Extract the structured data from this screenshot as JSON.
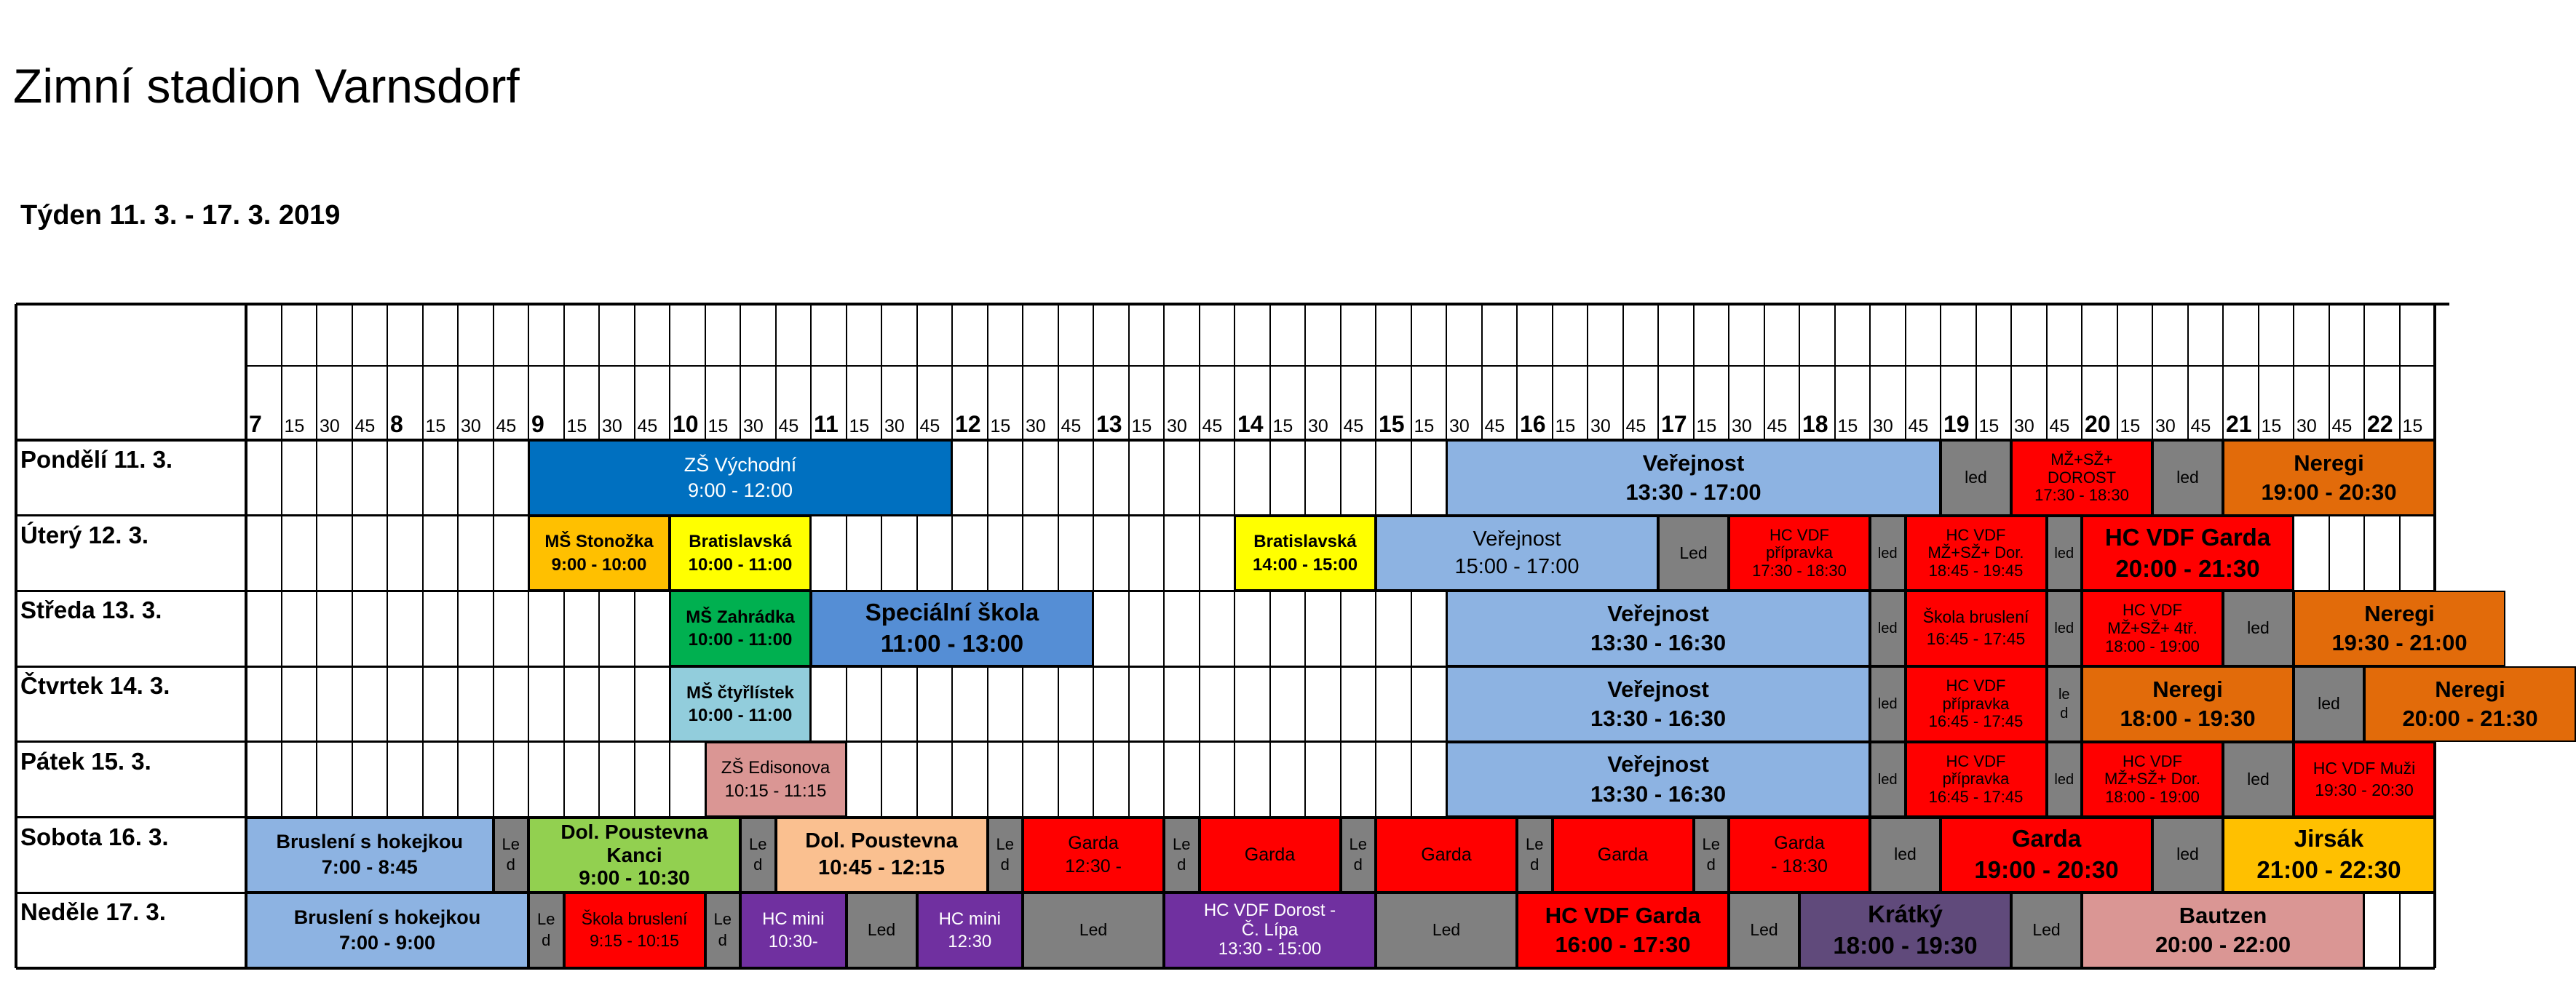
{
  "title": "Zimní stadion Varnsdorf",
  "week": "Týden 11. 3. - 17. 3. 2019",
  "hours": [
    "7",
    "8",
    "9",
    "10",
    "11",
    "12",
    "13",
    "14",
    "15",
    "16",
    "17",
    "18",
    "19",
    "20",
    "21",
    "22"
  ],
  "minute_labels": [
    "15",
    "30",
    "45"
  ],
  "days": [
    {
      "label": "Pondělí 11. 3.",
      "blocks": [
        {
          "start": 36,
          "end": 48,
          "bg": "#0070c0",
          "fg": "#ffffff",
          "fs": 27,
          "lines": [
            "ZŠ Východní",
            "9:00 - 12:00"
          ]
        },
        {
          "start": 62,
          "end": 76,
          "bg": "#8db3e2",
          "fg": "#000000",
          "fs": 31,
          "bold": true,
          "lines": [
            "Veřejnost",
            "13:30 - 17:00"
          ]
        },
        {
          "start": 76,
          "end": 78,
          "bg": "#808080",
          "fg": "#000000",
          "fs": 23,
          "lines": [
            "led"
          ]
        },
        {
          "start": 78,
          "end": 82,
          "bg": "#ff0000",
          "fg": "#000000",
          "fs": 22,
          "lines": [
            "MŽ+SŽ+",
            "DOROST",
            "17:30 - 18:30"
          ]
        },
        {
          "start": 82,
          "end": 84,
          "bg": "#808080",
          "fg": "#000000",
          "fs": 23,
          "lines": [
            "led"
          ]
        },
        {
          "start": 84,
          "end": 90,
          "bg": "#e26b0a",
          "fg": "#000000",
          "fs": 31,
          "bold": true,
          "lines": [
            "Neregi",
            "19:00 - 20:30"
          ]
        }
      ]
    },
    {
      "label": "Úterý 12. 3.",
      "blocks": [
        {
          "start": 36,
          "end": 40,
          "bg": "#ffc000",
          "fg": "#000000",
          "fs": 24,
          "bold": true,
          "lines": [
            "MŠ Stonožka",
            "9:00 - 10:00"
          ]
        },
        {
          "start": 40,
          "end": 44,
          "bg": "#ffff00",
          "fg": "#000000",
          "fs": 24,
          "bold": true,
          "lines": [
            "Bratislavská",
            "10:00 - 11:00"
          ]
        },
        {
          "start": 56,
          "end": 60,
          "bg": "#ffff00",
          "fg": "#000000",
          "fs": 24,
          "bold": true,
          "lines": [
            "Bratislavská",
            "14:00 - 15:00"
          ]
        },
        {
          "start": 60,
          "end": 68,
          "bg": "#8db3e2",
          "fg": "#000000",
          "fs": 29,
          "lines": [
            "Veřejnost",
            "15:00 - 17:00"
          ]
        },
        {
          "start": 68,
          "end": 70,
          "bg": "#808080",
          "fg": "#000000",
          "fs": 23,
          "lines": [
            "Led"
          ]
        },
        {
          "start": 70,
          "end": 74,
          "bg": "#ff0000",
          "fg": "#000000",
          "fs": 22,
          "lines": [
            "HC VDF",
            "přípravka",
            "17:30 - 18:30"
          ]
        },
        {
          "start": 74,
          "end": 75,
          "bg": "#808080",
          "fg": "#000000",
          "fs": 20,
          "lines": [
            "led"
          ]
        },
        {
          "start": 75,
          "end": 79,
          "bg": "#ff0000",
          "fg": "#000000",
          "fs": 22,
          "lines": [
            "HC VDF",
            "MŽ+SŽ+ Dor.",
            "18:45 - 19:45"
          ]
        },
        {
          "start": 79,
          "end": 80,
          "bg": "#808080",
          "fg": "#000000",
          "fs": 20,
          "lines": [
            "led"
          ]
        },
        {
          "start": 80,
          "end": 86,
          "bg": "#ff0000",
          "fg": "#000000",
          "fs": 33,
          "bold": true,
          "lines": [
            "HC VDF Garda",
            "20:00 - 21:30"
          ]
        }
      ]
    },
    {
      "label": "Středa 13. 3.",
      "blocks": [
        {
          "start": 40,
          "end": 44,
          "bg": "#00b050",
          "fg": "#000000",
          "fs": 24,
          "bold": true,
          "lines": [
            "MŠ Zahrádka",
            "10:00 - 11:00"
          ]
        },
        {
          "start": 44,
          "end": 52,
          "bg": "#558ed5",
          "fg": "#000000",
          "fs": 33,
          "bold": true,
          "lines": [
            "Speciální škola",
            "11:00 - 13:00"
          ]
        },
        {
          "start": 62,
          "end": 74,
          "bg": "#8db3e2",
          "fg": "#000000",
          "fs": 31,
          "bold": true,
          "lines": [
            "Veřejnost",
            "13:30 - 16:30"
          ]
        },
        {
          "start": 74,
          "end": 75,
          "bg": "#808080",
          "fg": "#000000",
          "fs": 20,
          "lines": [
            "led"
          ]
        },
        {
          "start": 75,
          "end": 79,
          "bg": "#ff0000",
          "fg": "#000000",
          "fs": 23,
          "lines": [
            "Škola bruslení",
            "16:45 - 17:45"
          ]
        },
        {
          "start": 79,
          "end": 80,
          "bg": "#808080",
          "fg": "#000000",
          "fs": 20,
          "lines": [
            "led"
          ]
        },
        {
          "start": 80,
          "end": 84,
          "bg": "#ff0000",
          "fg": "#000000",
          "fs": 22,
          "lines": [
            "HC VDF",
            "MŽ+SŽ+ 4tř.",
            "18:00 - 19:00"
          ]
        },
        {
          "start": 84,
          "end": 86,
          "bg": "#808080",
          "fg": "#000000",
          "fs": 23,
          "lines": [
            "led"
          ]
        },
        {
          "start": 86,
          "end": 92,
          "bg": "#e26b0a",
          "fg": "#000000",
          "fs": 31,
          "bold": true,
          "lines": [
            "Neregi",
            "19:30 - 21:00"
          ]
        }
      ]
    },
    {
      "label": "Čtvrtek 14. 3.",
      "blocks": [
        {
          "start": 40,
          "end": 44,
          "bg": "#92cddc",
          "fg": "#000000",
          "fs": 24,
          "bold": true,
          "lines": [
            "MŠ čtyřlístek",
            "10:00 - 11:00"
          ]
        },
        {
          "start": 62,
          "end": 74,
          "bg": "#8db3e2",
          "fg": "#000000",
          "fs": 31,
          "bold": true,
          "lines": [
            "Veřejnost",
            "13:30 - 16:30"
          ]
        },
        {
          "start": 74,
          "end": 75,
          "bg": "#808080",
          "fg": "#000000",
          "fs": 20,
          "lines": [
            "led"
          ]
        },
        {
          "start": 75,
          "end": 79,
          "bg": "#ff0000",
          "fg": "#000000",
          "fs": 22,
          "lines": [
            "HC VDF",
            "přípravka",
            "16:45 - 17:45"
          ]
        },
        {
          "start": 79,
          "end": 80,
          "bg": "#808080",
          "fg": "#000000",
          "fs": 20,
          "lines": [
            "le",
            "d"
          ]
        },
        {
          "start": 80,
          "end": 86,
          "bg": "#e26b0a",
          "fg": "#000000",
          "fs": 31,
          "bold": true,
          "lines": [
            "Neregi",
            "18:00 - 19:30"
          ]
        },
        {
          "start": 86,
          "end": 88,
          "bg": "#808080",
          "fg": "#000000",
          "fs": 23,
          "lines": [
            "led"
          ]
        },
        {
          "start": 88,
          "end": 94,
          "bg": "#e26b0a",
          "fg": "#000000",
          "fs": 31,
          "bold": true,
          "lines": [
            "Neregi",
            "20:00 - 21:30"
          ]
        }
      ]
    },
    {
      "label": "Pátek 15. 3.",
      "blocks": [
        {
          "start": 41,
          "end": 45,
          "bg": "#da9694",
          "fg": "#000000",
          "fs": 24,
          "lines": [
            "ZŠ Edisonova",
            "10:15 - 11:15"
          ]
        },
        {
          "start": 62,
          "end": 74,
          "bg": "#8db3e2",
          "fg": "#000000",
          "fs": 31,
          "bold": true,
          "lines": [
            "Veřejnost",
            "13:30 - 16:30"
          ]
        },
        {
          "start": 74,
          "end": 75,
          "bg": "#808080",
          "fg": "#000000",
          "fs": 20,
          "lines": [
            "led"
          ]
        },
        {
          "start": 75,
          "end": 79,
          "bg": "#ff0000",
          "fg": "#000000",
          "fs": 22,
          "lines": [
            "HC VDF",
            "přípravka",
            "16:45 - 17:45"
          ]
        },
        {
          "start": 79,
          "end": 80,
          "bg": "#808080",
          "fg": "#000000",
          "fs": 20,
          "lines": [
            "led"
          ]
        },
        {
          "start": 80,
          "end": 84,
          "bg": "#ff0000",
          "fg": "#000000",
          "fs": 22,
          "lines": [
            "HC VDF",
            "MŽ+SŽ+ Dor.",
            "18:00 - 19:00"
          ]
        },
        {
          "start": 84,
          "end": 86,
          "bg": "#808080",
          "fg": "#000000",
          "fs": 23,
          "lines": [
            "led"
          ]
        },
        {
          "start": 86,
          "end": 90,
          "bg": "#ff0000",
          "fg": "#000000",
          "fs": 23,
          "lines": [
            "HC VDF Muži",
            "19:30 - 20:30"
          ]
        }
      ]
    },
    {
      "label": "Sobota 16. 3.",
      "blocks": [
        {
          "start": 28,
          "end": 35,
          "bg": "#8db3e2",
          "fg": "#000000",
          "fs": 27,
          "bold": true,
          "lines": [
            "Bruslení s hokejkou",
            "7:00 - 8:45"
          ]
        },
        {
          "start": 35,
          "end": 36,
          "bg": "#808080",
          "fg": "#000000",
          "fs": 22,
          "lines": [
            "Le",
            "d"
          ]
        },
        {
          "start": 36,
          "end": 42,
          "bg": "#92d050",
          "fg": "#000000",
          "fs": 28,
          "bold": true,
          "lines": [
            "Dol. Poustevna",
            "Kanci",
            "9:00 - 10:30"
          ]
        },
        {
          "start": 42,
          "end": 43,
          "bg": "#808080",
          "fg": "#000000",
          "fs": 22,
          "lines": [
            "Le",
            "d"
          ]
        },
        {
          "start": 43,
          "end": 49,
          "bg": "#fac090",
          "fg": "#000000",
          "fs": 29,
          "bold": true,
          "lines": [
            "Dol. Poustevna",
            "10:45 - 12:15"
          ]
        },
        {
          "start": 49,
          "end": 50,
          "bg": "#808080",
          "fg": "#000000",
          "fs": 22,
          "lines": [
            "Le",
            "d"
          ]
        },
        {
          "start": 50,
          "end": 54,
          "bg": "#ff0000",
          "fg": "#000000",
          "fs": 25,
          "lines": [
            "Garda",
            "12:30 -"
          ]
        },
        {
          "start": 54,
          "end": 55,
          "bg": "#808080",
          "fg": "#000000",
          "fs": 22,
          "lines": [
            "Le",
            "d"
          ]
        },
        {
          "start": 55,
          "end": 59,
          "bg": "#ff0000",
          "fg": "#000000",
          "fs": 25,
          "lines": [
            "Garda"
          ]
        },
        {
          "start": 59,
          "end": 60,
          "bg": "#808080",
          "fg": "#000000",
          "fs": 22,
          "lines": [
            "Le",
            "d"
          ]
        },
        {
          "start": 60,
          "end": 64,
          "bg": "#ff0000",
          "fg": "#000000",
          "fs": 25,
          "lines": [
            "Garda"
          ]
        },
        {
          "start": 64,
          "end": 65,
          "bg": "#808080",
          "fg": "#000000",
          "fs": 22,
          "lines": [
            "Le",
            "d"
          ]
        },
        {
          "start": 65,
          "end": 69,
          "bg": "#ff0000",
          "fg": "#000000",
          "fs": 25,
          "lines": [
            "Garda"
          ]
        },
        {
          "start": 69,
          "end": 70,
          "bg": "#808080",
          "fg": "#000000",
          "fs": 22,
          "lines": [
            "Le",
            "d"
          ]
        },
        {
          "start": 70,
          "end": 74,
          "bg": "#ff0000",
          "fg": "#000000",
          "fs": 25,
          "lines": [
            "Garda",
            "- 18:30"
          ]
        },
        {
          "start": 74,
          "end": 76,
          "bg": "#808080",
          "fg": "#000000",
          "fs": 23,
          "lines": [
            "led"
          ]
        },
        {
          "start": 76,
          "end": 82,
          "bg": "#ff0000",
          "fg": "#000000",
          "fs": 33,
          "bold": true,
          "lines": [
            "Garda",
            "19:00 - 20:30"
          ]
        },
        {
          "start": 82,
          "end": 84,
          "bg": "#808080",
          "fg": "#000000",
          "fs": 23,
          "lines": [
            "led"
          ]
        },
        {
          "start": 84,
          "end": 90,
          "bg": "#ffc000",
          "fg": "#000000",
          "fs": 33,
          "bold": true,
          "lines": [
            "Jirsák",
            "21:00 - 22:30"
          ]
        }
      ]
    },
    {
      "label": "Neděle  17. 3.",
      "blocks": [
        {
          "start": 28,
          "end": 36,
          "bg": "#8db3e2",
          "fg": "#000000",
          "fs": 27,
          "bold": true,
          "lines": [
            "Bruslení s hokejkou",
            "7:00 - 9:00"
          ]
        },
        {
          "start": 36,
          "end": 37,
          "bg": "#808080",
          "fg": "#000000",
          "fs": 22,
          "lines": [
            "Le",
            "d"
          ]
        },
        {
          "start": 37,
          "end": 41,
          "bg": "#ff0000",
          "fg": "#000000",
          "fs": 23,
          "lines": [
            "Škola bruslení",
            "9:15 - 10:15"
          ]
        },
        {
          "start": 41,
          "end": 42,
          "bg": "#808080",
          "fg": "#000000",
          "fs": 22,
          "lines": [
            "Le",
            "d"
          ]
        },
        {
          "start": 42,
          "end": 45,
          "bg": "#7030a0",
          "fg": "#ffffff",
          "fs": 24,
          "lines": [
            "HC mini",
            "10:30-"
          ]
        },
        {
          "start": 45,
          "end": 47,
          "bg": "#808080",
          "fg": "#000000",
          "fs": 23,
          "lines": [
            "Led"
          ]
        },
        {
          "start": 47,
          "end": 50,
          "bg": "#7030a0",
          "fg": "#ffffff",
          "fs": 24,
          "lines": [
            "HC mini",
            "12:30"
          ]
        },
        {
          "start": 50,
          "end": 54,
          "bg": "#808080",
          "fg": "#000000",
          "fs": 23,
          "lines": [
            "Led"
          ]
        },
        {
          "start": 54,
          "end": 60,
          "bg": "#7030a0",
          "fg": "#ffffff",
          "fs": 24,
          "lines": [
            "HC VDF Dorost      -",
            "Č. Lípa",
            "13:30 - 15:00"
          ]
        },
        {
          "start": 60,
          "end": 64,
          "bg": "#808080",
          "fg": "#000000",
          "fs": 23,
          "lines": [
            "Led"
          ]
        },
        {
          "start": 64,
          "end": 70,
          "bg": "#ff0000",
          "fg": "#000000",
          "fs": 31,
          "bold": true,
          "lines": [
            "HC VDF Garda",
            "16:00 - 17:30"
          ]
        },
        {
          "start": 70,
          "end": 72,
          "bg": "#808080",
          "fg": "#000000",
          "fs": 23,
          "lines": [
            "Led"
          ]
        },
        {
          "start": 72,
          "end": 78,
          "bg": "#604a7b",
          "fg": "#000000",
          "fs": 33,
          "bold": true,
          "lines": [
            "Krátký",
            "18:00 - 19:30"
          ]
        },
        {
          "start": 78,
          "end": 80,
          "bg": "#808080",
          "fg": "#000000",
          "fs": 23,
          "lines": [
            "Led"
          ]
        },
        {
          "start": 80,
          "end": 88,
          "bg": "#da9694",
          "fg": "#000000",
          "fs": 31,
          "bold": true,
          "lines": [
            "Bautzen",
            "20:00 - 22:00"
          ]
        }
      ]
    }
  ]
}
